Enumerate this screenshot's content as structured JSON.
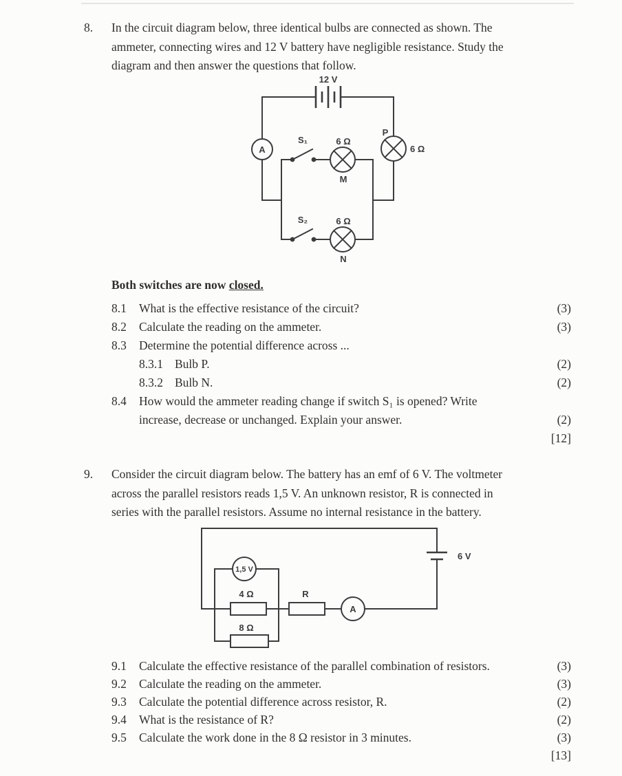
{
  "q8": {
    "number": "8.",
    "intro_lines": [
      "In the circuit diagram below, three identical bulbs are connected as shown. The",
      "ammeter, connecting wires and 12 V battery have negligible resistance. Study the",
      "diagram and then answer the questions that follow."
    ],
    "subheading": {
      "prefix": "Both switches are now ",
      "underlined": "closed."
    },
    "items": [
      {
        "num": "8.1",
        "text": "What is the effective resistance of the circuit?",
        "marks": "(3)"
      },
      {
        "num": "8.2",
        "text": "Calculate the reading on the ammeter.",
        "marks": "(3)"
      },
      {
        "num": "8.3",
        "text": "Determine the potential difference across ...",
        "marks": ""
      },
      {
        "num": "8.3.1",
        "text": "Bulb P.",
        "marks": "(2)"
      },
      {
        "num": "8.3.2",
        "text": "Bulb N.",
        "marks": "(2)"
      },
      {
        "num": "8.4",
        "lines": [
          "How would the ammeter reading change if switch S₁ is opened? Write",
          "increase, decrease or unchanged. Explain your answer."
        ],
        "marks": "(2)"
      }
    ],
    "total": "[12]"
  },
  "circuit8": {
    "battery_label": "12 V",
    "ammeter_label": "A",
    "switch1_label": "S₁",
    "switch2_label": "S₂",
    "bulb_m_resistance": "6 Ω",
    "bulb_m_label": "M",
    "bulb_n_resistance": "6 Ω",
    "bulb_n_label": "N",
    "bulb_p_label": "P",
    "bulb_p_resistance": "6 Ω"
  },
  "q9": {
    "number": "9.",
    "intro_lines": [
      "Consider the circuit diagram below. The battery has an emf of 6 V. The voltmeter",
      "across the parallel resistors reads 1,5 V. An unknown resistor, R is connected in",
      "series with the parallel resistors. Assume no internal resistance in the battery."
    ],
    "items": [
      {
        "num": "9.1",
        "text": "Calculate the effective resistance of the parallel combination of resistors.",
        "marks": "(3)"
      },
      {
        "num": "9.2",
        "text": "Calculate the reading on the ammeter.",
        "marks": "(3)"
      },
      {
        "num": "9.3",
        "text": "Calculate the potential difference across resistor, R.",
        "marks": "(2)"
      },
      {
        "num": "9.4",
        "text": "What is the resistance of R?",
        "marks": "(2)"
      },
      {
        "num": "9.5",
        "text": "Calculate the work done in the 8 Ω resistor in 3 minutes.",
        "marks": "(3)"
      }
    ],
    "total": "[13]"
  },
  "circuit9": {
    "battery_label": "6 V",
    "voltmeter_label": "1,5 V",
    "resistor4_label": "4 Ω",
    "resistor8_label": "8 Ω",
    "resistorR_label": "R",
    "ammeter_label": "A"
  }
}
